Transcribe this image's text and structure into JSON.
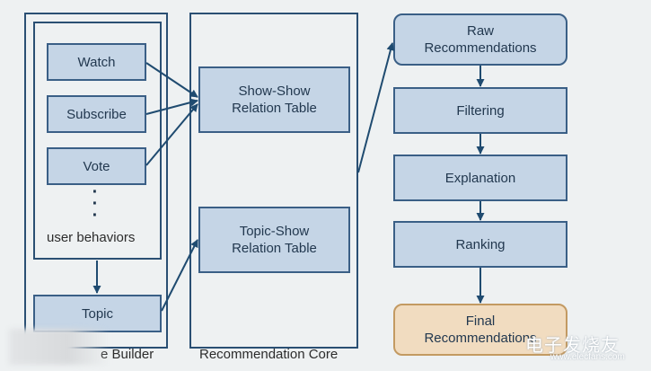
{
  "panels": {
    "builder_caption": "e Builder",
    "core_caption": "Recommendation Core"
  },
  "behaviors": {
    "watch": "Watch",
    "subscribe": "Subscribe",
    "vote": "Vote",
    "more": "user behaviors"
  },
  "topic": "Topic",
  "tables": {
    "show_show": "Show-Show\nRelation Table",
    "topic_show": "Topic-Show\nRelation Table"
  },
  "pipeline": {
    "raw": "Raw\nRecommendations",
    "filtering": "Filtering",
    "explanation": "Explanation",
    "ranking": "Ranking",
    "final": "Final\nRecommendations"
  },
  "watermark": {
    "text": "电子发烧友",
    "sub": "www.elecfans.com"
  },
  "colors": {
    "box_fill": "#c5d5e6",
    "box_border": "#3a5f86",
    "final_fill": "#f1dcc0",
    "final_border": "#c39a62",
    "arrow": "#1f4b70"
  }
}
